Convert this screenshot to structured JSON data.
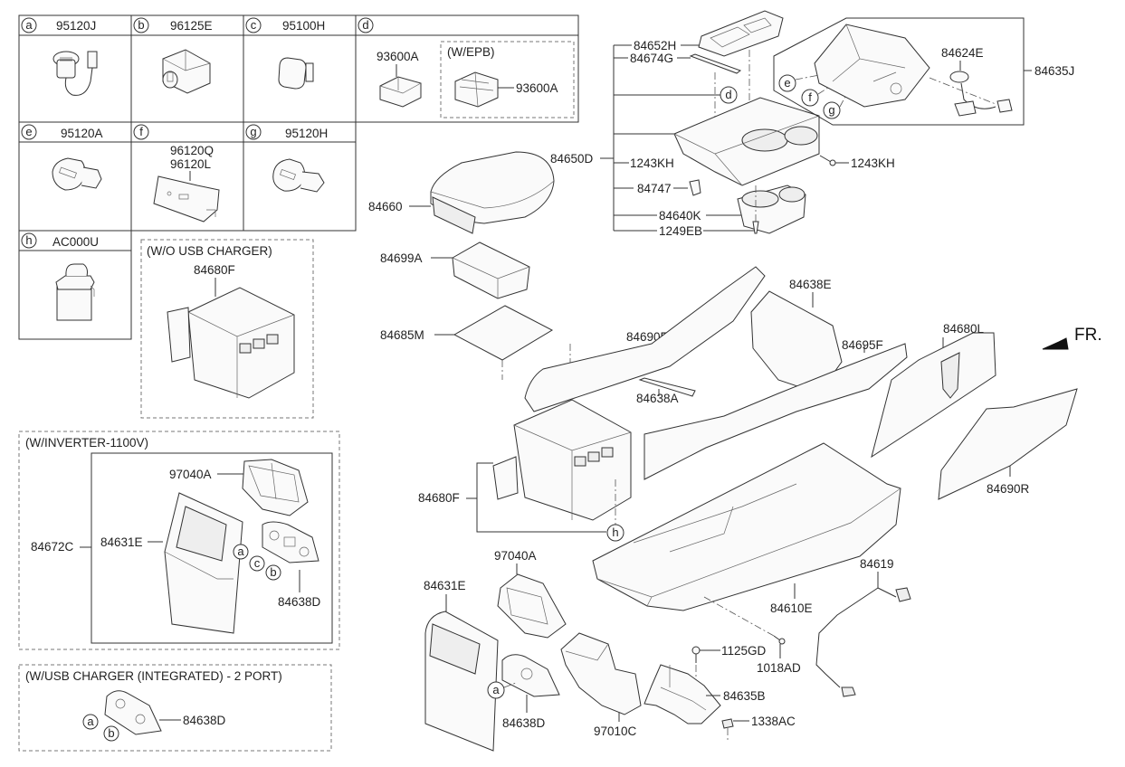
{
  "diagram": {
    "type": "exploded-parts-diagram",
    "subject": "Floor console assembly",
    "direction_indicator": "FR."
  },
  "legend_table": {
    "cells": [
      {
        "ref": "a",
        "part": "95120J"
      },
      {
        "ref": "b",
        "part": "96125E"
      },
      {
        "ref": "c",
        "part": "95100H"
      },
      {
        "ref": "d",
        "part": "",
        "inner_parts": [
          "93600A"
        ],
        "variant_label": "(W/EPB)",
        "variant_part": "93600A"
      },
      {
        "ref": "e",
        "part": "95120A"
      },
      {
        "ref": "f",
        "part": "",
        "inner_parts": [
          "96120Q",
          "96120L"
        ]
      },
      {
        "ref": "g",
        "part": "95120H"
      },
      {
        "ref": "h",
        "part": "AC000U"
      }
    ]
  },
  "variant_boxes": {
    "wo_usb": {
      "title": "(W/O USB CHARGER)",
      "part": "84680F"
    },
    "inverter": {
      "title": "(W/INVERTER-1100V)",
      "assembly": "84672C",
      "parts": [
        "97040A",
        "84631E",
        "84638D"
      ],
      "refs": [
        "a",
        "c",
        "b"
      ]
    },
    "usb_integrated": {
      "title": "(W/USB CHARGER (INTEGRATED) - 2 PORT)",
      "part": "84638D",
      "refs": [
        "a",
        "b"
      ]
    }
  },
  "upper_group": {
    "assembly": "84650D",
    "parts": [
      "84652H",
      "84674G",
      "1243KH",
      "84747",
      "84640K",
      "1249EB"
    ],
    "screw_right": "1243KH",
    "ref": "d"
  },
  "tray_group": {
    "assembly": "84635J",
    "part": "84624E",
    "refs": [
      "e",
      "f",
      "g"
    ]
  },
  "main_parts": {
    "armrest": "84660",
    "storage_box": "84699A",
    "mat": "84685M",
    "garnish_left": "84690F",
    "bracket_upper": "84638E",
    "side_cover": "84695F",
    "panel_left": "84680L",
    "garnish_strip": "84638A",
    "bin": "84680F",
    "bin_ref": "h",
    "panel_right": "84690R",
    "vent": "97040A",
    "rear_cover": "84631E",
    "rear_switch": "84638D",
    "rear_switch_ref": "a",
    "duct": "97010C",
    "console_body": "84610E",
    "wiring": "84619",
    "bolt": "1125GD",
    "screw": "1018AD",
    "bracket": "84635B",
    "nut": "1338AC"
  }
}
